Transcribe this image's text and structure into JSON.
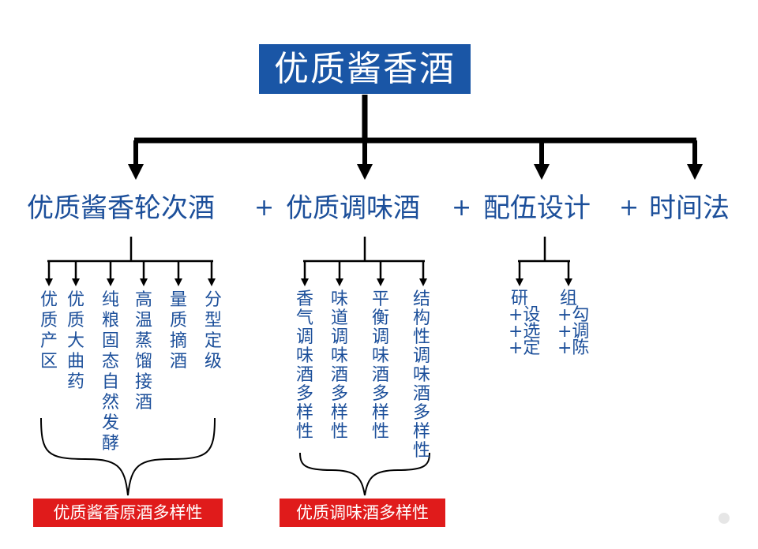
{
  "title": "优质酱香酒",
  "components": [
    {
      "label": "优质酱香轮次酒"
    },
    {
      "label": "优质调味酒"
    },
    {
      "label": "配伍设计"
    },
    {
      "label": "时间法"
    }
  ],
  "plus": "+",
  "group1": {
    "items": [
      "优质产区",
      "优质大曲药",
      "纯粮固态自然发酵",
      "高温蒸馏接酒",
      "量质摘酒",
      "分型定级"
    ],
    "summary": "优质酱香原酒多样性"
  },
  "group2": {
    "items": [
      "香气调味酒多样性",
      "味道调味酒多样性",
      "平衡调味酒多样性",
      "结构性调味酒多样性"
    ],
    "summary": "优质调味酒多样性"
  },
  "group3": {
    "items": [
      "研+设+选+定",
      "组+勾+调+陈"
    ]
  },
  "colors": {
    "title_bg": "#1a56a6",
    "text_blue": "#1c4f9a",
    "summary_bg": "#e01b1b",
    "lines": "#000000"
  }
}
